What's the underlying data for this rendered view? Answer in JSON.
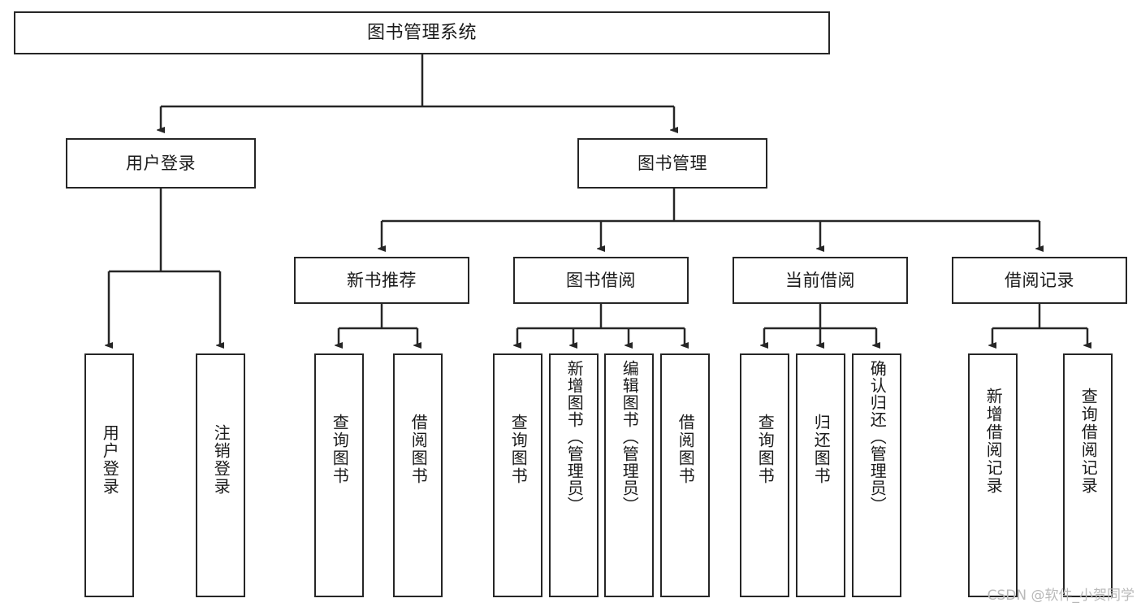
{
  "diagram": {
    "type": "tree",
    "title": "图书管理系统",
    "watermark": "CSDN @软件_小贺同学",
    "colors": {
      "box_border": "#262626",
      "box_fill": "#ffffff",
      "connector": "#262626",
      "text": "#1a1a1a",
      "watermark": "#b9b9b9"
    },
    "nodes": {
      "root": {
        "label": "图书管理系统"
      },
      "level2": [
        {
          "label": "用户登录"
        },
        {
          "label": "图书管理"
        }
      ],
      "level3": [
        {
          "label": "新书推荐"
        },
        {
          "label": "图书借阅"
        },
        {
          "label": "当前借阅"
        },
        {
          "label": "借阅记录"
        }
      ],
      "leaves": {
        "user_login": [
          {
            "label": "用户登录"
          },
          {
            "label": "注销登录"
          }
        ],
        "new_book_recommend": [
          {
            "label": "查询图书"
          },
          {
            "label": "借阅图书"
          }
        ],
        "book_borrow": [
          {
            "label": "查询图书"
          },
          {
            "label": "新增图书（管理员）"
          },
          {
            "label": "编辑图书（管理员）"
          },
          {
            "label": "借阅图书"
          }
        ],
        "current_borrow": [
          {
            "label": "查询图书"
          },
          {
            "label": "归还图书"
          },
          {
            "label": "确认归还（管理员）"
          }
        ],
        "borrow_record": [
          {
            "label": "新增借阅记录"
          },
          {
            "label": "查询借阅记录"
          }
        ]
      }
    }
  }
}
